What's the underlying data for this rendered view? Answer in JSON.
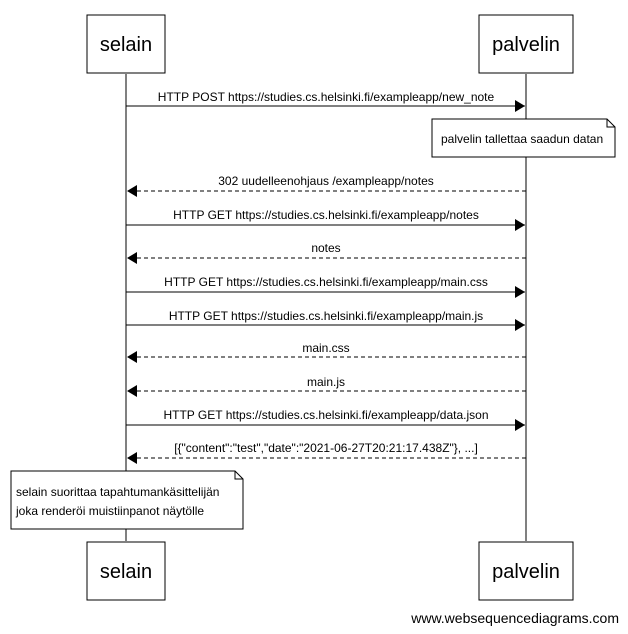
{
  "actors": {
    "left": "selain",
    "right": "palvelin"
  },
  "messages": [
    {
      "label": "HTTP POST https://studies.cs.helsinki.fi/exampleapp/new_note",
      "direction": "right",
      "style": "solid"
    },
    {
      "label": "302 uudelleenohjaus /exampleapp/notes",
      "direction": "left",
      "style": "dashed"
    },
    {
      "label": "HTTP GET https://studies.cs.helsinki.fi/exampleapp/notes",
      "direction": "right",
      "style": "solid"
    },
    {
      "label": "notes",
      "direction": "left",
      "style": "dashed"
    },
    {
      "label": "HTTP GET https://studies.cs.helsinki.fi/exampleapp/main.css",
      "direction": "right",
      "style": "solid"
    },
    {
      "label": "HTTP GET https://studies.cs.helsinki.fi/exampleapp/main.js",
      "direction": "right",
      "style": "solid"
    },
    {
      "label": "main.css",
      "direction": "left",
      "style": "dashed"
    },
    {
      "label": "main.js",
      "direction": "left",
      "style": "dashed"
    },
    {
      "label": "HTTP GET https://studies.cs.helsinki.fi/exampleapp/data.json",
      "direction": "right",
      "style": "solid"
    },
    {
      "label": "[{\"content\":\"test\",\"date\":\"2021-06-27T20:21:17.438Z\"}, ...]",
      "direction": "left",
      "style": "dashed"
    }
  ],
  "notes": {
    "server": "palvelin tallettaa saadun datan",
    "browser_line1": "selain suorittaa tapahtumankäsittelijän",
    "browser_line2": "joka renderöi muistiinpanot näytölle"
  },
  "footer": "www.websequencediagrams.com"
}
